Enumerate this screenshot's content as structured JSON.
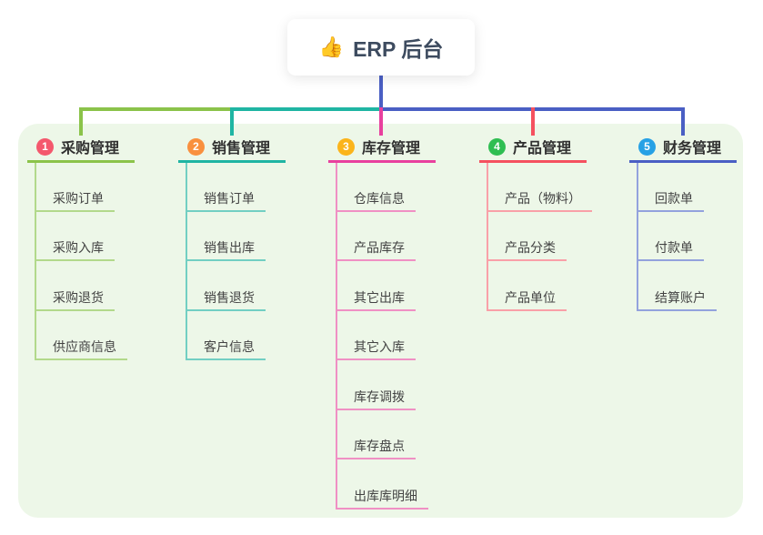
{
  "root": {
    "icon": "👍",
    "title": "ERP 后台"
  },
  "colors": {
    "panel_bg": "#edf7e8",
    "root_connector": "#4a5fc4"
  },
  "branches": [
    {
      "num": "1",
      "label": "采购管理",
      "line_color": "#8bc34a",
      "child_line_color": "#b2d98b",
      "badge_color": "#f4586d",
      "children": [
        "采购订单",
        "采购入库",
        "采购退货",
        "供应商信息"
      ]
    },
    {
      "num": "2",
      "label": "销售管理",
      "line_color": "#1fb5a3",
      "child_line_color": "#72cfc3",
      "badge_color": "#f9903e",
      "children": [
        "销售订单",
        "销售出库",
        "销售退货",
        "客户信息"
      ]
    },
    {
      "num": "3",
      "label": "库存管理",
      "line_color": "#e8409e",
      "child_line_color": "#f090c4",
      "badge_color": "#fbb41b",
      "children": [
        "仓库信息",
        "产品库存",
        "其它出库",
        "其它入库",
        "库存调拨",
        "库存盘点",
        "出库库明细"
      ]
    },
    {
      "num": "4",
      "label": "产品管理",
      "line_color": "#f5515f",
      "child_line_color": "#f9a0a8",
      "badge_color": "#2fbe52",
      "children": [
        "产品（物料）",
        "产品分类",
        "产品单位"
      ]
    },
    {
      "num": "5",
      "label": "财务管理",
      "line_color": "#4a5fc4",
      "child_line_color": "#93a2dd",
      "badge_color": "#27a1e5",
      "children": [
        "回款单",
        "付款单",
        "结算账户"
      ]
    }
  ]
}
